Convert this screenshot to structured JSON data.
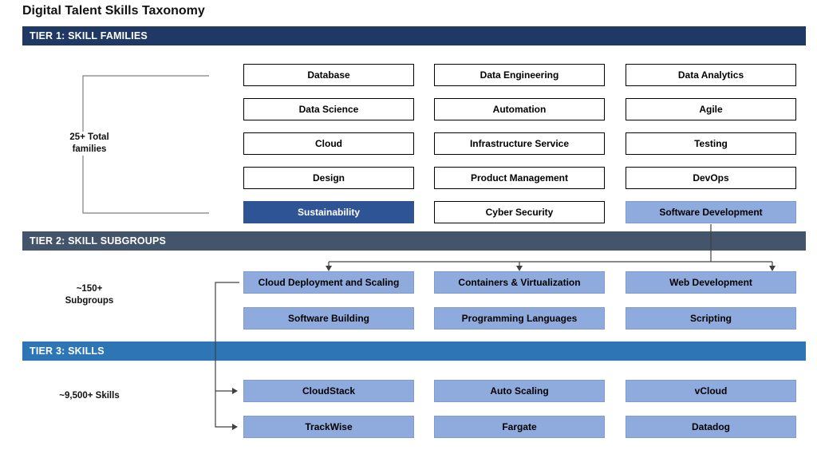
{
  "title": "Digital Talent Skills Taxonomy",
  "colors": {
    "tier1_banner": "#1F3864",
    "tier2_banner": "#44546A",
    "tier3_banner": "#2E75B6",
    "light_box_fill": "#8FAADC",
    "dark_box_fill": "#2F5496",
    "white_box_border": "#000000",
    "connector_line": "#404040",
    "bracket_line": "#7F7F7F"
  },
  "tier1": {
    "banner": "TIER 1: SKILL FAMILIES",
    "count_label": "25+ Total families",
    "families": [
      {
        "label": "Database",
        "style": "white"
      },
      {
        "label": "Data Engineering",
        "style": "white"
      },
      {
        "label": "Data Analytics",
        "style": "white"
      },
      {
        "label": "Data Science",
        "style": "white"
      },
      {
        "label": "Automation",
        "style": "white"
      },
      {
        "label": "Agile",
        "style": "white"
      },
      {
        "label": "Cloud",
        "style": "white"
      },
      {
        "label": "Infrastructure Service",
        "style": "white"
      },
      {
        "label": "Testing",
        "style": "white"
      },
      {
        "label": "Design",
        "style": "white"
      },
      {
        "label": "Product Management",
        "style": "white"
      },
      {
        "label": "DevOps",
        "style": "white"
      },
      {
        "label": "Sustainability",
        "style": "dark"
      },
      {
        "label": "Cyber Security",
        "style": "white"
      },
      {
        "label": "Software Development",
        "style": "light"
      }
    ]
  },
  "tier2": {
    "banner": "TIER 2: SKILL SUBGROUPS",
    "count_label": "~150+ Subgroups",
    "subgroups": [
      "Cloud Deployment and Scaling",
      "Containers & Virtualization",
      "Web Development",
      "Software Building",
      "Programming Languages",
      "Scripting"
    ]
  },
  "tier3": {
    "banner": "TIER 3: SKILLS",
    "count_label": "~9,500+ Skills",
    "skills": [
      "CloudStack",
      "Auto Scaling",
      "vCloud",
      "TrackWise",
      "Fargate",
      "Datadog"
    ]
  }
}
